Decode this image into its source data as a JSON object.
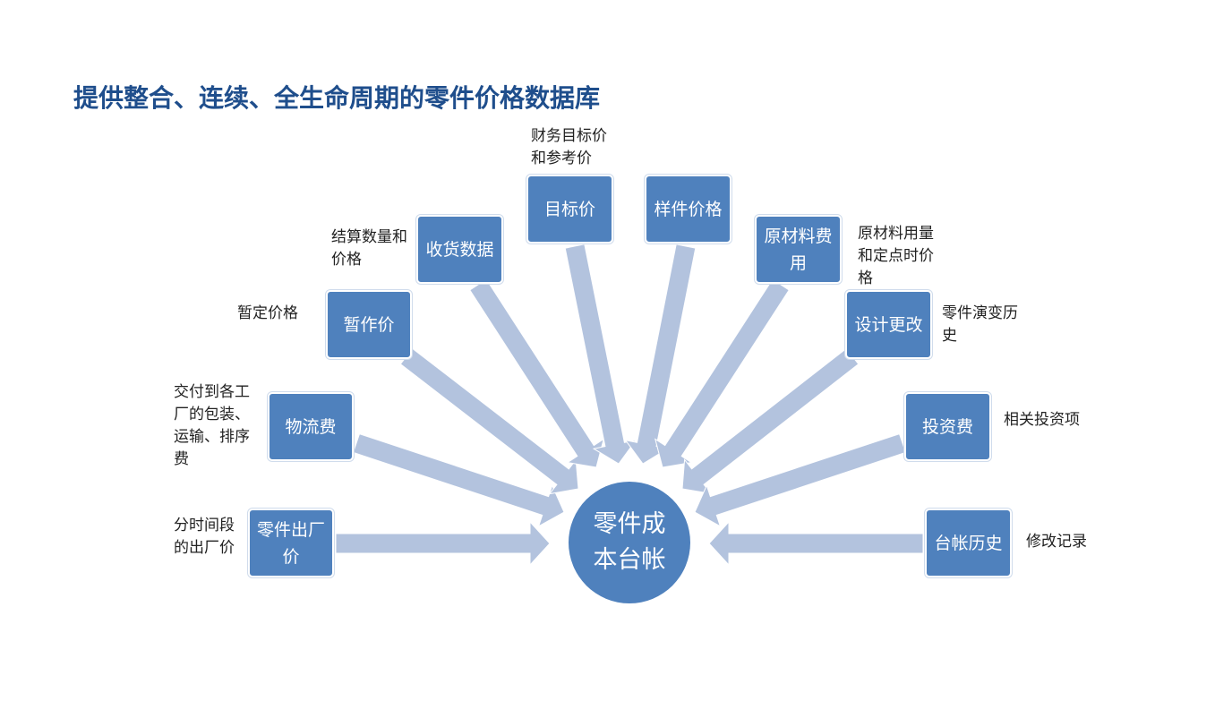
{
  "title": "提供整合、连续、全生命周期的零件价格数据库",
  "center": "零件成本台帐",
  "colors": {
    "node": "#4f81bd",
    "arrow": "#b3c3de",
    "title": "#1f4e8c"
  },
  "nodes": [
    {
      "label": "零件出厂价",
      "note": "分时间段的出厂价"
    },
    {
      "label": "物流费",
      "note": "交付到各工厂的包装、运输、排序费"
    },
    {
      "label": "暂作价",
      "note": "暂定价格"
    },
    {
      "label": "收货数据",
      "note": "结算数量和价格"
    },
    {
      "label": "目标价",
      "note": "财务目标价和参考价"
    },
    {
      "label": "样件价格",
      "note": ""
    },
    {
      "label": "原材料费用",
      "note": "原材料用量和定点时价格"
    },
    {
      "label": "设计更改",
      "note": "零件演变历史"
    },
    {
      "label": "投资费",
      "note": "相关投资项"
    },
    {
      "label": "台帐历史",
      "note": "修改记录"
    }
  ]
}
